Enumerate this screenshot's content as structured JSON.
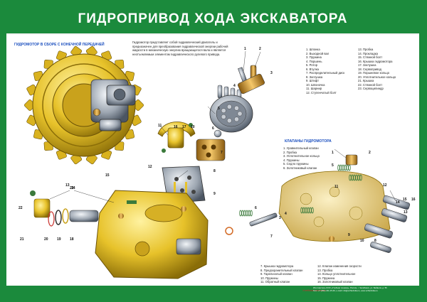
{
  "title": "ГИДРОПРИВОД ХОДА ЭКСКАВАТОРА",
  "section_motor_heading": "ГИДРОМОТОР В СБОРЕ С КОНЕЧНОЙ ПЕРЕДАЧЕЙ",
  "section_valves_heading": "КЛАПАНЫ ГИДРОМОТОРА",
  "description": "Гидромотор представляет собой гидравлический двигатель и предназначен для преобразования гидравлической энергии рабочей жидкости в механическую энергию вращающегося вала и является неотъемлемым элементом гидравлического рулевого привода.",
  "legend_main_col1": [
    "1. Шпонка",
    "2. Выходной вал",
    "3. Пружина",
    "4. Поршень",
    "5. Ротор",
    "6. Втулка",
    "7. Распределительный диск",
    "8. Заглушка",
    "9. Штифт",
    "10. Шпоночка",
    "11. Шарнир",
    "12. Ступенчатый болт"
  ],
  "legend_main_col2": [
    "13. Пробка",
    "14. Прокладка",
    "15. Стяжной болт",
    "16. Крышка гидромотора",
    "17. Заглушка",
    "18. Сервопривод",
    "19. Поршневое кольцо",
    "20. Уплотнительное кольцо",
    "21. Крышка",
    "22. Стяжной болт",
    "23. Сервоцилиндр"
  ],
  "legend_valves": [
    "1. Уравнительный клапан",
    "2. Пробка",
    "3. Уплотнительное кольцо",
    "4. Пружины",
    "5. Седло пружины",
    "6. Золотниковый клапан"
  ],
  "legend_bottom_col1": [
    "7. Крышка гидромотора",
    "8. Предохранительный клапан",
    "9. Тарельчатый клапан",
    "10. Пружины",
    "11. Обратный клапан"
  ],
  "legend_bottom_col2": [
    "12. Клапан изменения скорости",
    "13. Пробка",
    "14. Кольцо уплотнительное",
    "15. Пружина",
    "16. Золотниковый клапан"
  ],
  "callouts_top": [
    "1",
    "2",
    "3",
    "4",
    "5",
    "6",
    "7",
    "8",
    "9",
    "10",
    "11",
    "12"
  ],
  "callouts_bottom_left": [
    "13",
    "14",
    "15",
    "16",
    "17",
    "18",
    "19",
    "20",
    "21",
    "22",
    "23"
  ],
  "callouts_valves": [
    "1",
    "2",
    "3",
    "4",
    "5",
    "6",
    "7",
    "8",
    "9",
    "10",
    "11",
    "12",
    "13",
    "14",
    "15",
    "16"
  ],
  "footer_publisher": "Изготовитель ООО «Учебная техника», Россия, г. Челябинск, ул. Бейвеля, д. 56",
  "footer_contacts": "Тел.: +7 (351) 211-15-46, e-mail: info@uchtehnika.ru, www.uchtehnika.ru",
  "footer_logo": "Учебная техника",
  "colors": {
    "frame": "#1b8a3c",
    "heading": "#1b4fbf",
    "casting": "#e7c22a",
    "metal": "#9ea7b2",
    "spring": "#3b7a3b",
    "ring": "#d36b26"
  }
}
